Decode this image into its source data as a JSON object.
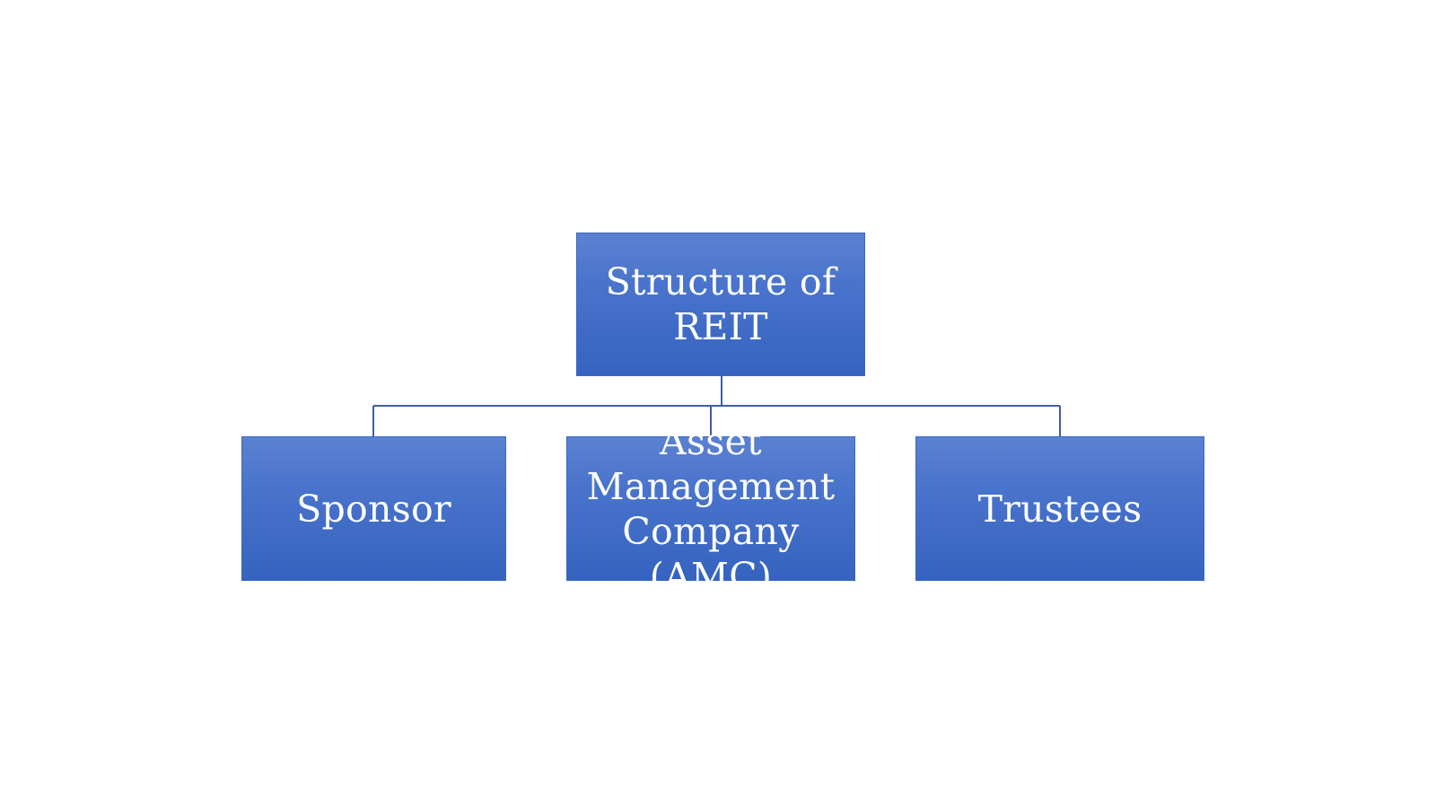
{
  "diagram": {
    "root": {
      "label": "Structure of REIT"
    },
    "children": [
      {
        "label": "Sponsor"
      },
      {
        "label": "Asset Management Company (AMC)"
      },
      {
        "label": "Trustees"
      }
    ],
    "colors": {
      "box_top": "#5b82d1",
      "box_bottom": "#3563bf",
      "connector": "#3d5f9e",
      "text": "#ffffff",
      "background": "#ffffff"
    }
  }
}
